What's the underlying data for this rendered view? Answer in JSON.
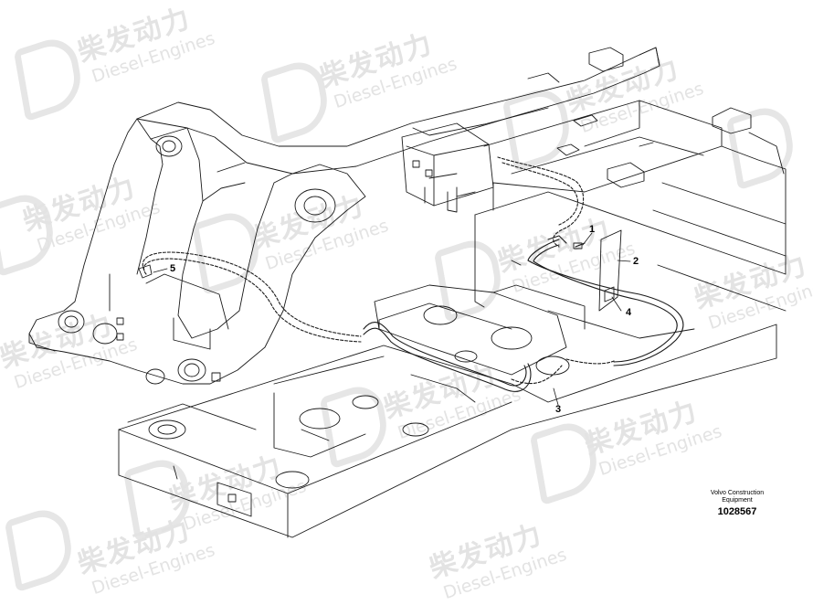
{
  "watermark": {
    "brand_cn": "柴发动力",
    "brand_en": "Diesel-Engines"
  },
  "callouts": {
    "c1": "1",
    "c2": "2",
    "c3": "3",
    "c4": "4",
    "c5": "5"
  },
  "caption": {
    "line1": "Volvo Construction",
    "line2": "Equipment",
    "ref_number": "1028567"
  },
  "colors": {
    "line": "#1a1a1a",
    "watermark": "#e3e3e3"
  }
}
